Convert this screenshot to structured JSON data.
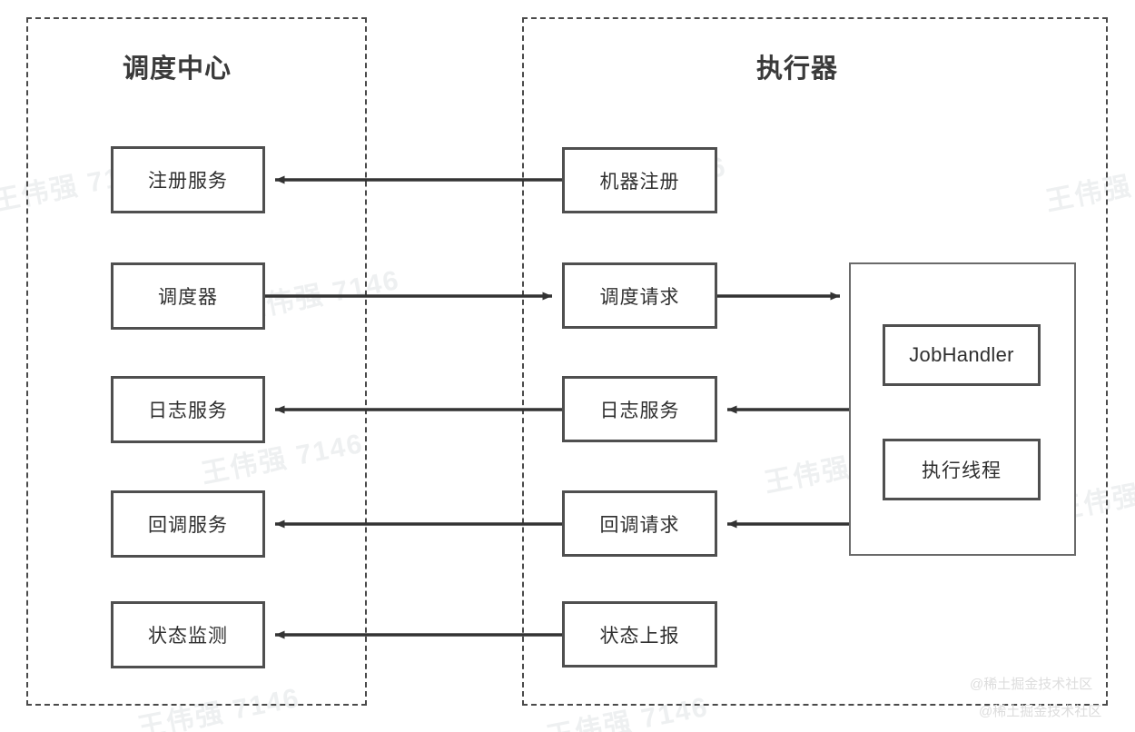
{
  "diagram": {
    "title_left": "调度中心",
    "title_right": "执行器",
    "panels": [
      {
        "name": "scheduling-center",
        "label": "调度中心"
      },
      {
        "name": "executor",
        "label": "执行器"
      }
    ],
    "left_nodes": [
      {
        "id": "register-service",
        "label": "注册服务"
      },
      {
        "id": "scheduler",
        "label": "调度器"
      },
      {
        "id": "log-service",
        "label": "日志服务"
      },
      {
        "id": "callback-service",
        "label": "回调服务"
      },
      {
        "id": "status-monitor",
        "label": "状态监测"
      }
    ],
    "right_nodes": [
      {
        "id": "machine-register",
        "label": "机器注册"
      },
      {
        "id": "schedule-request",
        "label": "调度请求"
      },
      {
        "id": "log-service-exec",
        "label": "日志服务"
      },
      {
        "id": "callback-request",
        "label": "回调请求"
      },
      {
        "id": "status-report",
        "label": "状态上报"
      }
    ],
    "executor_container": {
      "id": "executor-core",
      "children": [
        {
          "id": "job-handler",
          "label": "JobHandler"
        },
        {
          "id": "exec-thread",
          "label": "执行线程"
        }
      ]
    },
    "edges": [
      {
        "from": "机器注册",
        "to": "注册服务",
        "direction": "left"
      },
      {
        "from": "调度器",
        "to": "调度请求",
        "direction": "right"
      },
      {
        "from": "调度请求",
        "to": "执行器核心",
        "direction": "right"
      },
      {
        "from": "执行器核心",
        "to": "日志服务",
        "direction": "left"
      },
      {
        "from": "日志服务",
        "to": "日志服务",
        "direction": "left"
      },
      {
        "from": "执行器核心",
        "to": "回调请求",
        "direction": "left"
      },
      {
        "from": "回调请求",
        "to": "回调服务",
        "direction": "left"
      },
      {
        "from": "状态上报",
        "to": "状态监测",
        "direction": "left"
      }
    ]
  },
  "watermarks": {
    "tile": "王伟强 7146",
    "corner": "@稀土掘金技术社区"
  },
  "colors": {
    "box_border": "#4f4f4f",
    "panel_border": "#4a4a4a",
    "arrow": "#333333",
    "text": "#2f2f2f",
    "watermark": "#eef0f1"
  }
}
